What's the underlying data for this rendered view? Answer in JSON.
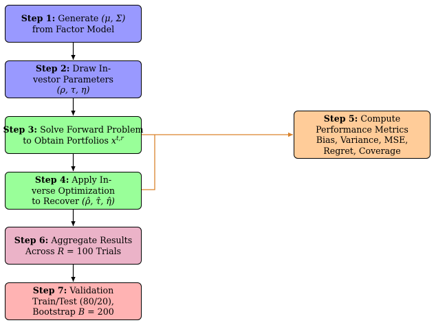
{
  "colors": {
    "step_blue": "#9999ff",
    "step_green": "#99ff99",
    "step_orange": "#ffcc99",
    "step_pink": "#ebb3c8",
    "step_red": "#ffb3b3",
    "arrow_black": "#000000",
    "arrow_orange": "#d9822b"
  },
  "steps": {
    "step1": {
      "title": "Step 1:",
      "line1_text": "Generate",
      "line1_math": "(μ, Σ)",
      "line2": "from Factor Model"
    },
    "step2": {
      "title": "Step 2:",
      "line1_text": "Draw In-",
      "line2": "vestor Parameters",
      "line3_math": "(ρ, τ, η)"
    },
    "step3": {
      "title": "Step 3:",
      "line1_text": "Solve Forward Problem",
      "line2_text": "to Obtain Portfolios",
      "line2_math": "x",
      "line2_sup": "t,r"
    },
    "step4": {
      "title": "Step 4:",
      "line1_text": "Apply In-",
      "line2": "verse Optimization",
      "line3_text": "to Recover",
      "line3_math": "(ρ̂, τ̂, η̂)"
    },
    "step5": {
      "title": "Step 5:",
      "line1_text": "Compute",
      "line2": "Performance Metrics",
      "line3": "Bias, Variance, MSE,",
      "line4": "Regret, Coverage"
    },
    "step6": {
      "title": "Step 6:",
      "line1_text": "Aggregate Results",
      "line2_text": "Across",
      "line2_math": "R",
      "line2_eq": " = 100 ",
      "line2_tail": "Trials"
    },
    "step7": {
      "title": "Step 7:",
      "line1_text": "Validation",
      "line2": "Train/Test (80/20),",
      "line3_text": "Bootstrap",
      "line3_math": "B",
      "line3_eq": " = 200"
    }
  }
}
